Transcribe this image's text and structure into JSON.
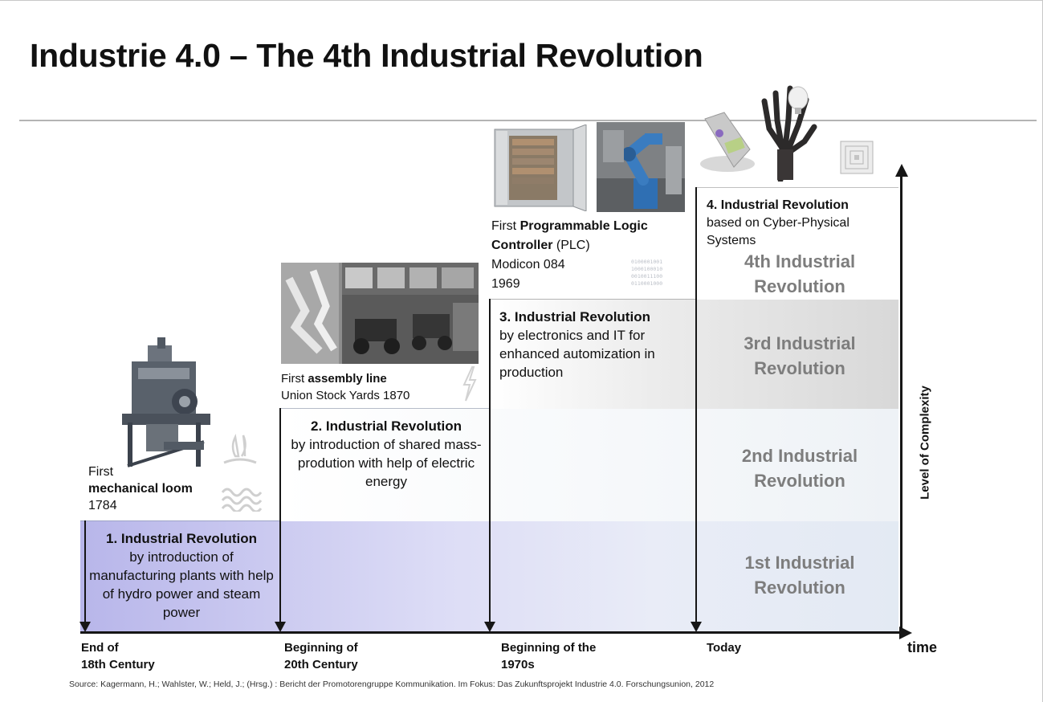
{
  "title": "Industrie 4.0 – The 4th Industrial Revolution",
  "axes": {
    "x_label": "time",
    "y_label": "Level of Complexity"
  },
  "eras": [
    {
      "label": "End of\n18th Century"
    },
    {
      "label": "Beginning of\n20th Century"
    },
    {
      "label": "Beginning of the\n1970s"
    },
    {
      "label": "Today"
    }
  ],
  "levels": [
    {
      "label": "4th Industrial\nRevolution"
    },
    {
      "label": "3rd Industrial\nRevolution"
    },
    {
      "label": "2nd Industrial\nRevolution"
    },
    {
      "label": "1st Industrial\nRevolution"
    }
  ],
  "revolutions": [
    {
      "title": "1. Industrial Revolution",
      "description": "by introduction of manufacturing plants with help of hydro power and steam power"
    },
    {
      "title": "2. Industrial Revolution",
      "description": "by introduction of shared mass-prodution with help of electric energy"
    },
    {
      "title": "3. Industrial Revolution",
      "description": "by electronics and IT for enhanced automization in production"
    },
    {
      "title": "4. Industrial Revolution",
      "description": "based on Cyber-Physical Systems"
    }
  ],
  "inventions": [
    {
      "prefix": "First",
      "name": "mechanical loom",
      "suffix": "",
      "detail": "1784"
    },
    {
      "prefix": "First",
      "name": "assembly line",
      "suffix": "",
      "detail": "Union Stock Yards 1870"
    },
    {
      "prefix": "First",
      "name": "Programmable Logic Controller",
      "suffix": "(PLC)",
      "detail": "Modicon 084",
      "year": "1969"
    }
  ],
  "binary_text": [
    "0100001001",
    "1000100010",
    "0010011100",
    "0110001000"
  ],
  "source": "Source: Kagermann, H.; Wahlster, W.; Held, J.; (Hrsg.) : Bericht der Promotorengruppe Kommunikation. Im Fokus: Das Zukunftsprojekt Industrie 4.0. Forschungsunion, 2012",
  "colors": {
    "band1": "#c9c8f0",
    "band3": "#dedede",
    "level_text": "#7d7d7d",
    "robot_arm": "#3a7cc0"
  },
  "icons": [
    "mechanical-loom-image",
    "steam-icon",
    "water-wave-icon",
    "assembly-line-image",
    "electricity-icon",
    "plc-cabinet-image",
    "welding-robot-image",
    "handheld-scanner-image",
    "robotic-hand-image",
    "rfid-chip-icon"
  ]
}
